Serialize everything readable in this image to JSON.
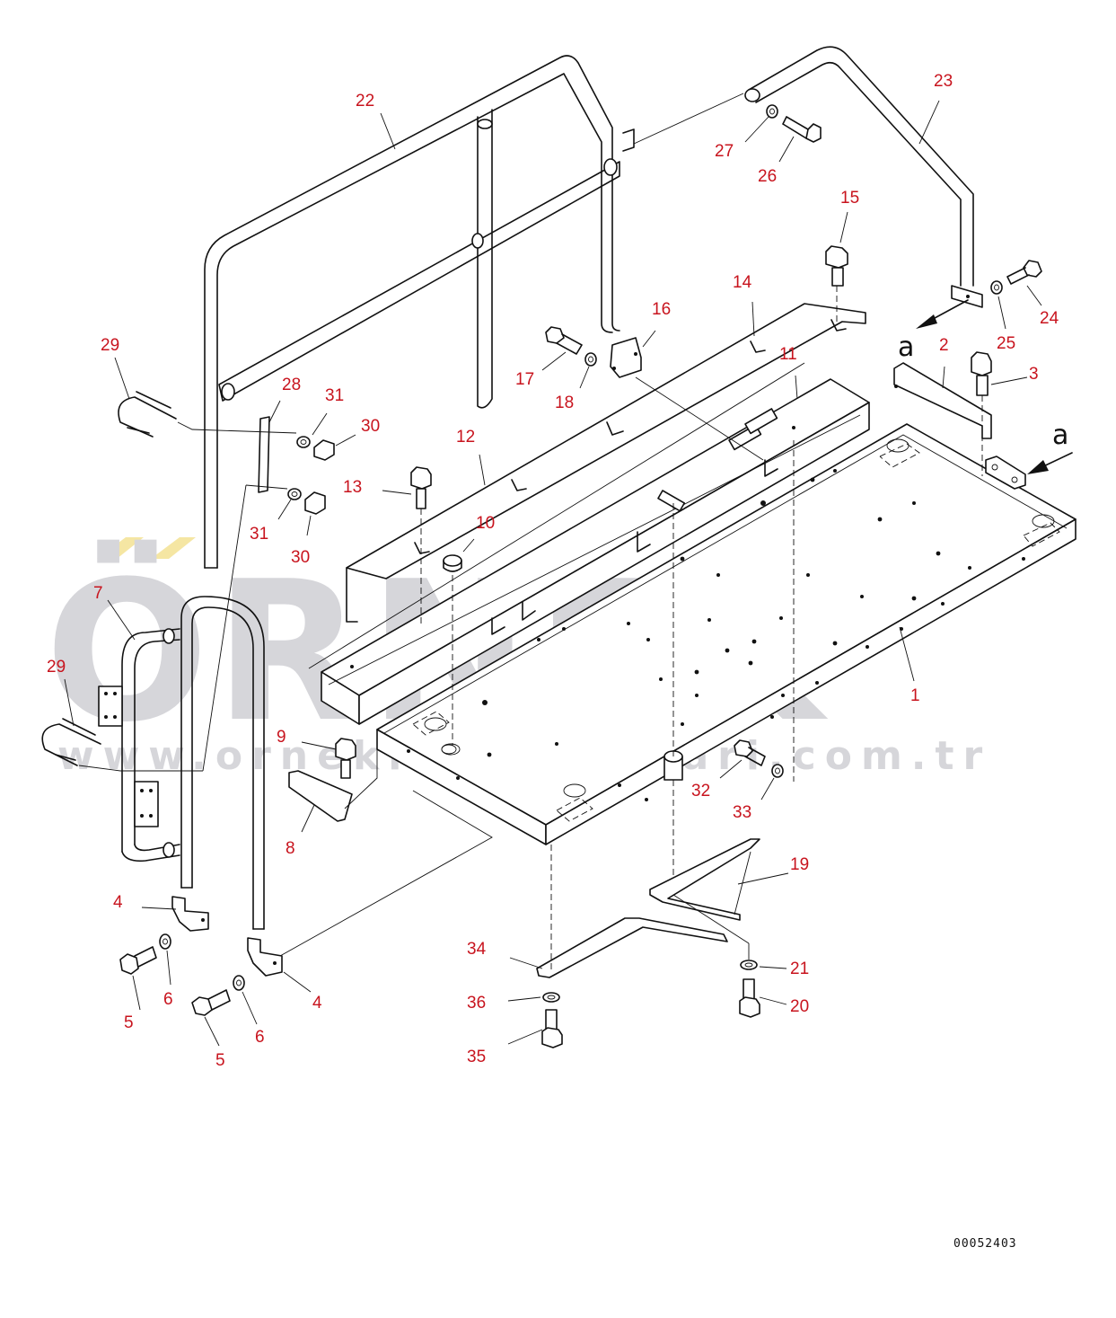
{
  "watermark": {
    "brand": "ÖRNEK",
    "url": "www.ornekismakinalari.com.tr",
    "accent_color": "#f5e6a3",
    "text_color": "#d6d6da"
  },
  "view_markers": {
    "a": "a"
  },
  "drawing_number": "00052403",
  "callouts": {
    "c1": "1",
    "c2": "2",
    "c3": "3",
    "c4a": "4",
    "c4b": "4",
    "c5a": "5",
    "c5b": "5",
    "c6a": "6",
    "c6b": "6",
    "c7": "7",
    "c8": "8",
    "c9": "9",
    "c10": "10",
    "c11": "11",
    "c12": "12",
    "c13": "13",
    "c14": "14",
    "c15": "15",
    "c16": "16",
    "c17": "17",
    "c18": "18",
    "c19": "19",
    "c20": "20",
    "c21": "21",
    "c22": "22",
    "c23": "23",
    "c24": "24",
    "c25": "25",
    "c26": "26",
    "c27": "27",
    "c28": "28",
    "c29a": "29",
    "c29b": "29",
    "c30a": "30",
    "c30b": "30",
    "c31a": "31",
    "c31b": "31",
    "c32": "32",
    "c33": "33",
    "c34": "34",
    "c35": "35",
    "c36": "36"
  }
}
